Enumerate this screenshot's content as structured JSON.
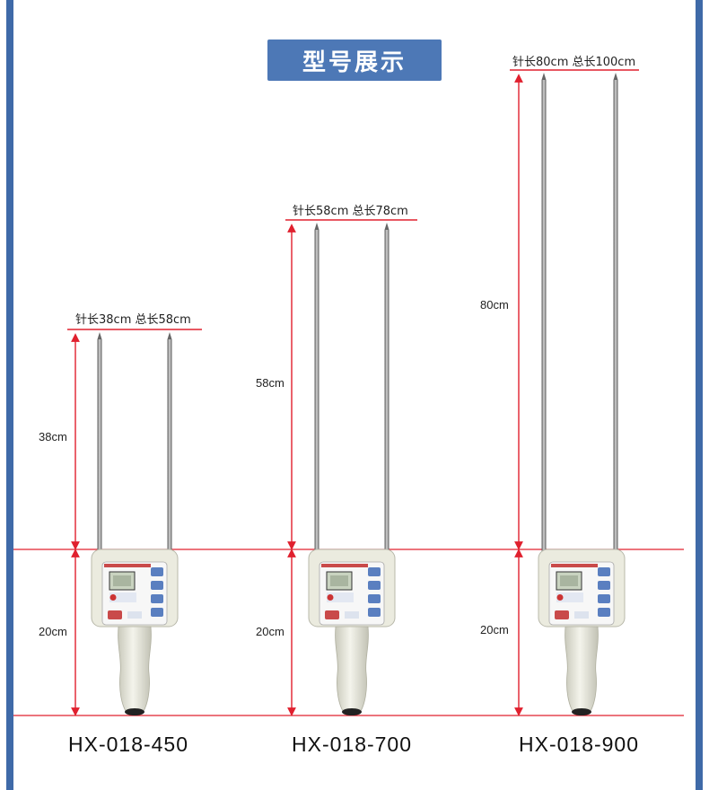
{
  "title": "型号展示",
  "colors": {
    "frame": "#3f6aa8",
    "title_bg": "#4d78b6",
    "guide_line": "#e0202e",
    "device_body": "#ebebdf",
    "panel": "#5a7fc0"
  },
  "products": [
    {
      "model": "HX-018-450",
      "caption": "针长38cm 总长58cm",
      "needle_label": "38cm",
      "handle_label": "20cm",
      "needle_length_cm": 38,
      "total_length_cm": 58,
      "handle_length_cm": 20
    },
    {
      "model": "HX-018-700",
      "caption": "针长58cm 总长78cm",
      "needle_label": "58cm",
      "handle_label": "20cm",
      "needle_length_cm": 58,
      "total_length_cm": 78,
      "handle_length_cm": 20
    },
    {
      "model": "HX-018-900",
      "caption": "针长80cm 总长100cm",
      "needle_label": "80cm",
      "handle_label": "20cm",
      "needle_length_cm": 80,
      "total_length_cm": 100,
      "handle_length_cm": 20
    }
  ]
}
